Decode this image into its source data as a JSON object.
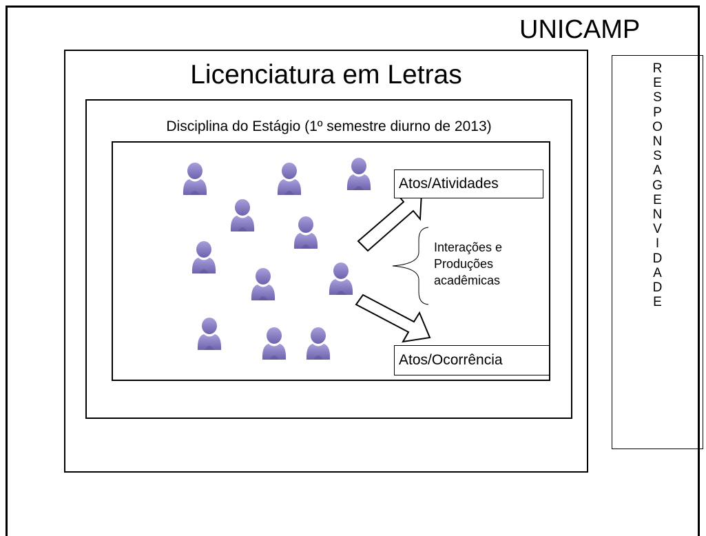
{
  "header": {
    "institution": "UNICAMP"
  },
  "course": {
    "title": "Licenciatura em Letras"
  },
  "discipline": {
    "label": "Disciplina do Estágio (1º semestre diurno de 2013)"
  },
  "flow": {
    "activities_label": "Atos/Atividades",
    "occurrence_label": "Atos/Ocorrência",
    "interactions_lines": [
      "Interações e",
      "Produções",
      "acadêmicas"
    ]
  },
  "responsibility": {
    "letters": [
      "R",
      "E",
      "S",
      "P",
      "O",
      "N",
      "S",
      "A",
      "G",
      "E",
      "N",
      "V",
      "I",
      "D",
      "A",
      "D",
      "E"
    ]
  },
  "people_icon": "person-icon",
  "colors": {
    "person_fill": "#8a80c4",
    "person_shadow": "#5d5592",
    "stroke": "#000000"
  }
}
